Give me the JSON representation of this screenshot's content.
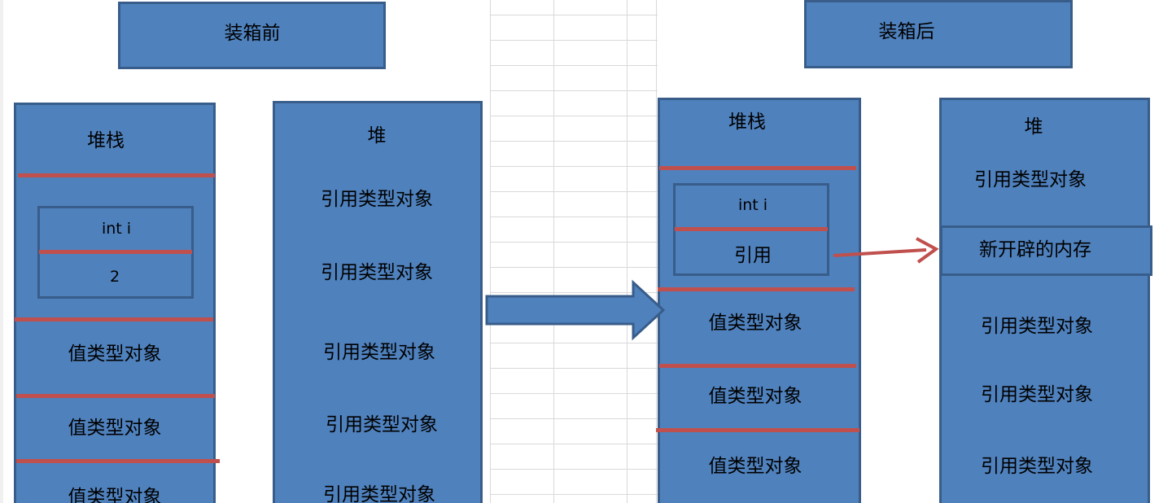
{
  "before": {
    "title": "装箱前",
    "stack": {
      "title": "堆栈",
      "var_name": "int i",
      "var_value": "2",
      "items": [
        "值类型对象",
        "值类型对象",
        "值类型对象"
      ]
    },
    "heap": {
      "title": "堆",
      "items": [
        "引用类型对象",
        "引用类型对象",
        "引用类型对象",
        "引用类型对象",
        "引用类型对象"
      ]
    }
  },
  "after": {
    "title": "装箱后",
    "stack": {
      "title": "堆栈",
      "var_name": "int i",
      "var_ref": "引用",
      "items": [
        "值类型对象",
        "值类型对象",
        "值类型对象"
      ]
    },
    "heap": {
      "title": "堆",
      "items_top": [
        "引用类型对象"
      ],
      "new_memory": "新开辟的内存",
      "items_bottom": [
        "引用类型对象",
        "引用类型对象",
        "引用类型对象"
      ]
    }
  },
  "colors": {
    "box_fill": "#4f81bd",
    "box_border": "#385d8a",
    "divider": "#c0504d",
    "arrow_red": "#c0504d",
    "gridline": "#d9d9d9"
  }
}
